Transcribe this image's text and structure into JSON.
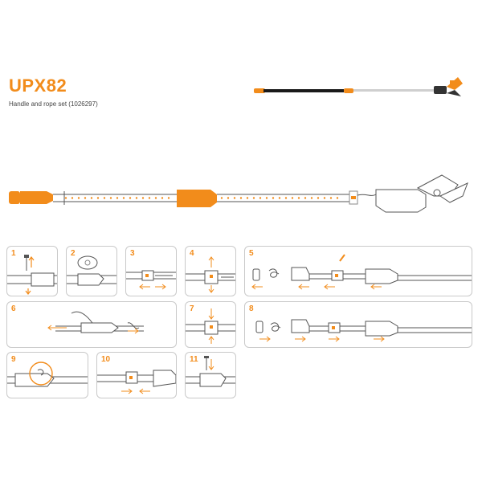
{
  "header": {
    "title": "UPX82",
    "subtitle": "Handle and rope set (1026297)"
  },
  "steps": [
    "1",
    "2",
    "3",
    "4",
    "5",
    "6",
    "7",
    "8",
    "9",
    "10",
    "11"
  ],
  "colors": {
    "accent": "#f28c1b",
    "line": "#555555",
    "panel_border": "#c9c9c9",
    "pole": "#1a1a1a"
  },
  "icons": [
    "pruner-head-icon",
    "arrow-icon",
    "rope-icon",
    "screw-icon"
  ]
}
